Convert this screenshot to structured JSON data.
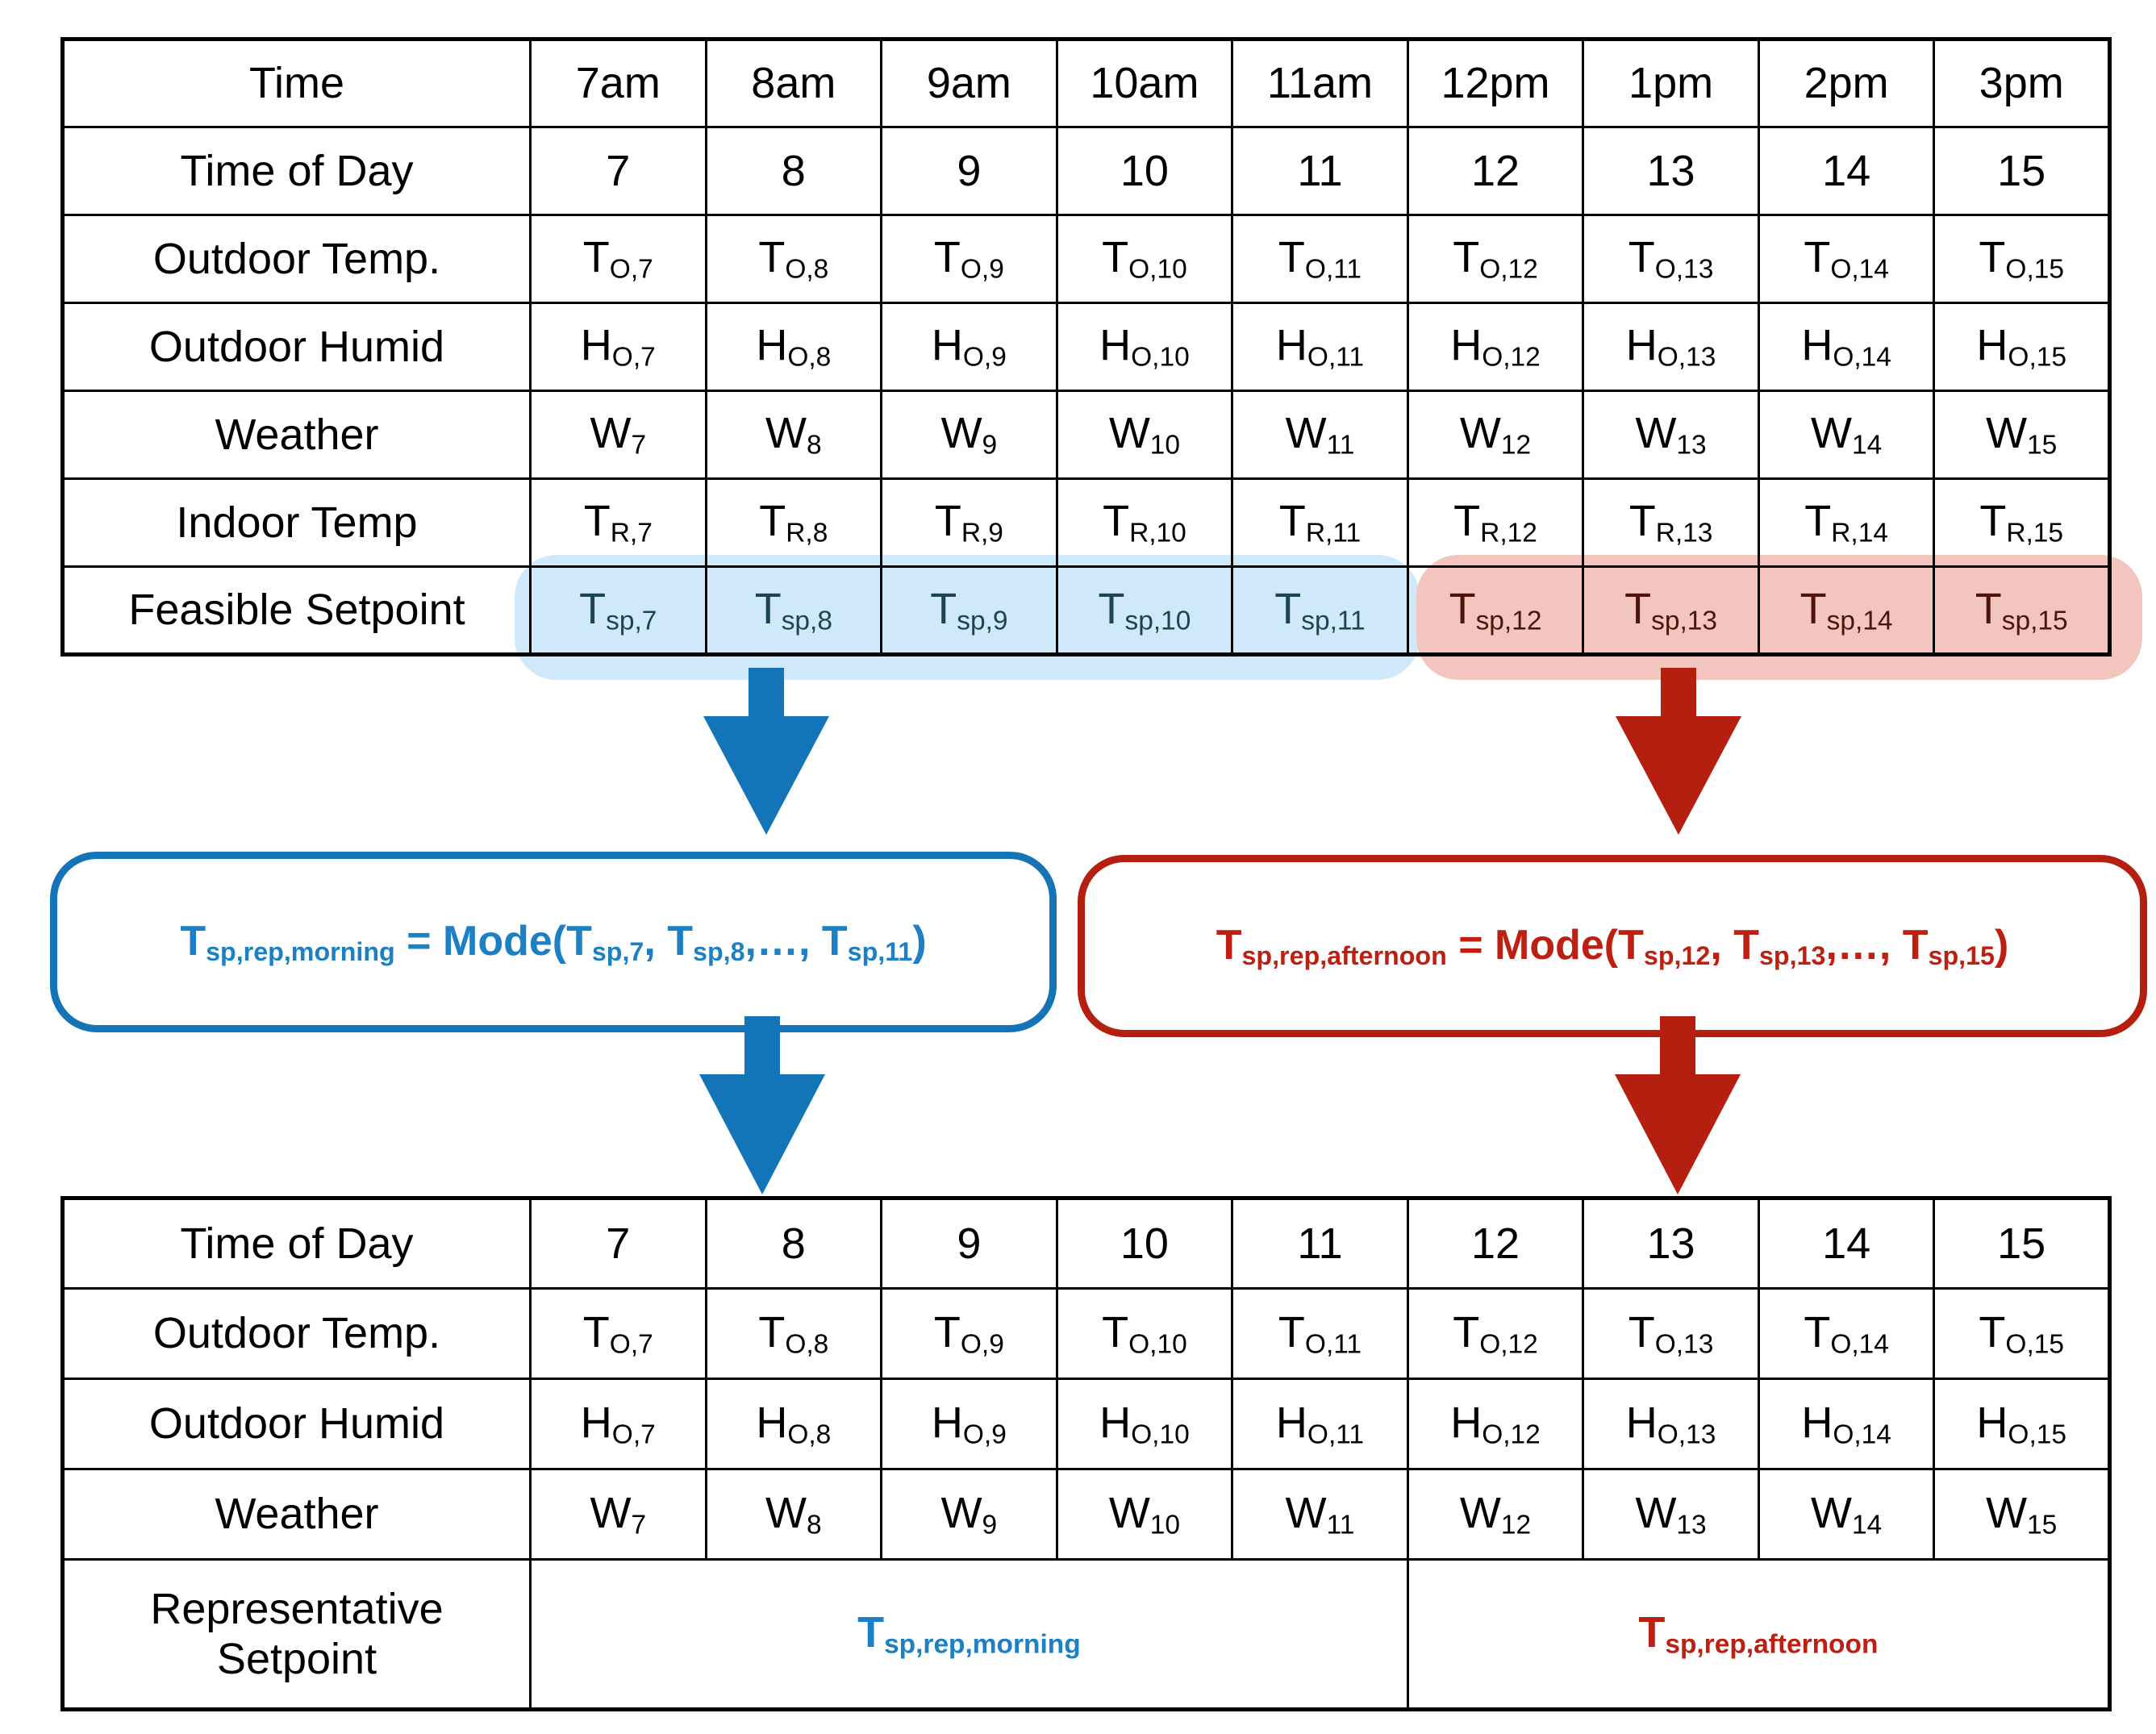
{
  "colors": {
    "blue_accent": "#1474b8",
    "blue_formula": "#1b80c4",
    "blue_cell_text": "#1d4355",
    "blue_highlight": "#cfe9fa",
    "red_accent": "#b51f10",
    "red_formula": "#bd2011",
    "red_cell_text": "#4e130c",
    "red_highlight": "#f2c5be",
    "table_border": "#000000",
    "background": "#ffffff"
  },
  "tables": {
    "top_table": {
      "rows": [
        {
          "id": "time",
          "label": "Time",
          "cells": [
            {
              "b": "7am",
              "col": "7"
            },
            {
              "b": "8am",
              "col": "8"
            },
            {
              "b": "9am",
              "col": "9"
            },
            {
              "b": "10am",
              "col": "10"
            },
            {
              "b": "11am",
              "col": "11"
            },
            {
              "b": "12pm",
              "col": "12"
            },
            {
              "b": "1pm",
              "col": "13"
            },
            {
              "b": "2pm",
              "col": "14"
            },
            {
              "b": "3pm",
              "col": "15"
            }
          ]
        },
        {
          "id": "time-of-day",
          "label": "Time of Day",
          "cells": [
            {
              "b": "7",
              "col": "7"
            },
            {
              "b": "8",
              "col": "8"
            },
            {
              "b": "9",
              "col": "9"
            },
            {
              "b": "10",
              "col": "10"
            },
            {
              "b": "11",
              "col": "11"
            },
            {
              "b": "12",
              "col": "12"
            },
            {
              "b": "13",
              "col": "13"
            },
            {
              "b": "14",
              "col": "14"
            },
            {
              "b": "15",
              "col": "15"
            }
          ]
        },
        {
          "id": "outdoor-temp",
          "label": "Outdoor Temp.",
          "cells": [
            {
              "b": "T",
              "s": "O,7",
              "col": "7"
            },
            {
              "b": "T",
              "s": "O,8",
              "col": "8"
            },
            {
              "b": "T",
              "s": "O,9",
              "col": "9"
            },
            {
              "b": "T",
              "s": "O,10",
              "col": "10"
            },
            {
              "b": "T",
              "s": "O,11",
              "col": "11"
            },
            {
              "b": "T",
              "s": "O,12",
              "col": "12"
            },
            {
              "b": "T",
              "s": "O,13",
              "col": "13"
            },
            {
              "b": "T",
              "s": "O,14",
              "col": "14"
            },
            {
              "b": "T",
              "s": "O,15",
              "col": "15"
            }
          ]
        },
        {
          "id": "outdoor-humid",
          "label": "Outdoor Humid",
          "cells": [
            {
              "b": "H",
              "s": "O,7",
              "col": "7"
            },
            {
              "b": "H",
              "s": "O,8",
              "col": "8"
            },
            {
              "b": "H",
              "s": "O,9",
              "col": "9"
            },
            {
              "b": "H",
              "s": "O,10",
              "col": "10"
            },
            {
              "b": "H",
              "s": "O,11",
              "col": "11"
            },
            {
              "b": "H",
              "s": "O,12",
              "col": "12"
            },
            {
              "b": "H",
              "s": "O,13",
              "col": "13"
            },
            {
              "b": "H",
              "s": "O,14",
              "col": "14"
            },
            {
              "b": "H",
              "s": "O,15",
              "col": "15"
            }
          ]
        },
        {
          "id": "weather",
          "label": "Weather",
          "cells": [
            {
              "b": "W",
              "s": "7",
              "col": "7"
            },
            {
              "b": "W",
              "s": "8",
              "col": "8"
            },
            {
              "b": "W",
              "s": "9",
              "col": "9"
            },
            {
              "b": "W",
              "s": "10",
              "col": "10"
            },
            {
              "b": "W",
              "s": "11",
              "col": "11"
            },
            {
              "b": "W",
              "s": "12",
              "col": "12"
            },
            {
              "b": "W",
              "s": "13",
              "col": "13"
            },
            {
              "b": "W",
              "s": "14",
              "col": "14"
            },
            {
              "b": "W",
              "s": "15",
              "col": "15"
            }
          ]
        },
        {
          "id": "indoor-temp",
          "label": "Indoor Temp",
          "cells": [
            {
              "b": "T",
              "s": "R,7",
              "col": "7"
            },
            {
              "b": "T",
              "s": "R,8",
              "col": "8"
            },
            {
              "b": "T",
              "s": "R,9",
              "col": "9"
            },
            {
              "b": "T",
              "s": "R,10",
              "col": "10"
            },
            {
              "b": "T",
              "s": "R,11",
              "col": "11"
            },
            {
              "b": "T",
              "s": "R,12",
              "col": "12"
            },
            {
              "b": "T",
              "s": "R,13",
              "col": "13"
            },
            {
              "b": "T",
              "s": "R,14",
              "col": "14"
            },
            {
              "b": "T",
              "s": "R,15",
              "col": "15"
            }
          ]
        },
        {
          "id": "feasible-setpoint",
          "label": "Feasible Setpoint",
          "cells": [
            {
              "b": "T",
              "s": "sp,7",
              "col": "7",
              "period": "morning"
            },
            {
              "b": "T",
              "s": "sp,8",
              "col": "8",
              "period": "morning"
            },
            {
              "b": "T",
              "s": "sp,9",
              "col": "9",
              "period": "morning"
            },
            {
              "b": "T",
              "s": "sp,10",
              "col": "10",
              "period": "morning"
            },
            {
              "b": "T",
              "s": "sp,11",
              "col": "11",
              "period": "morning"
            },
            {
              "b": "T",
              "s": "sp,12",
              "col": "12",
              "period": "afternoon"
            },
            {
              "b": "T",
              "s": "sp,13",
              "col": "13",
              "period": "afternoon"
            },
            {
              "b": "T",
              "s": "sp,14",
              "col": "14",
              "period": "afternoon"
            },
            {
              "b": "T",
              "s": "sp,15",
              "col": "15",
              "period": "afternoon"
            }
          ]
        }
      ]
    },
    "bottom_table": {
      "rows": [
        {
          "id": "time-of-day",
          "label": "Time of Day",
          "cells": [
            {
              "b": "7",
              "col": "7"
            },
            {
              "b": "8",
              "col": "8"
            },
            {
              "b": "9",
              "col": "9"
            },
            {
              "b": "10",
              "col": "10"
            },
            {
              "b": "11",
              "col": "11"
            },
            {
              "b": "12",
              "col": "12"
            },
            {
              "b": "13",
              "col": "13"
            },
            {
              "b": "14",
              "col": "14"
            },
            {
              "b": "15",
              "col": "15"
            }
          ]
        },
        {
          "id": "outdoor-temp",
          "label": "Outdoor Temp.",
          "cells": [
            {
              "b": "T",
              "s": "O,7",
              "col": "7"
            },
            {
              "b": "T",
              "s": "O,8",
              "col": "8"
            },
            {
              "b": "T",
              "s": "O,9",
              "col": "9"
            },
            {
              "b": "T",
              "s": "O,10",
              "col": "10"
            },
            {
              "b": "T",
              "s": "O,11",
              "col": "11"
            },
            {
              "b": "T",
              "s": "O,12",
              "col": "12"
            },
            {
              "b": "T",
              "s": "O,13",
              "col": "13"
            },
            {
              "b": "T",
              "s": "O,14",
              "col": "14"
            },
            {
              "b": "T",
              "s": "O,15",
              "col": "15"
            }
          ]
        },
        {
          "id": "outdoor-humid",
          "label": "Outdoor Humid",
          "cells": [
            {
              "b": "H",
              "s": "O,7",
              "col": "7"
            },
            {
              "b": "H",
              "s": "O,8",
              "col": "8"
            },
            {
              "b": "H",
              "s": "O,9",
              "col": "9"
            },
            {
              "b": "H",
              "s": "O,10",
              "col": "10"
            },
            {
              "b": "H",
              "s": "O,11",
              "col": "11"
            },
            {
              "b": "H",
              "s": "O,12",
              "col": "12"
            },
            {
              "b": "H",
              "s": "O,13",
              "col": "13"
            },
            {
              "b": "H",
              "s": "O,14",
              "col": "14"
            },
            {
              "b": "H",
              "s": "O,15",
              "col": "15"
            }
          ]
        },
        {
          "id": "weather",
          "label": "Weather",
          "cells": [
            {
              "b": "W",
              "s": "7",
              "col": "7"
            },
            {
              "b": "W",
              "s": "8",
              "col": "8"
            },
            {
              "b": "W",
              "s": "9",
              "col": "9"
            },
            {
              "b": "W",
              "s": "10",
              "col": "10"
            },
            {
              "b": "W",
              "s": "11",
              "col": "11"
            },
            {
              "b": "W",
              "s": "12",
              "col": "12"
            },
            {
              "b": "W",
              "s": "13",
              "col": "13"
            },
            {
              "b": "W",
              "s": "14",
              "col": "14"
            },
            {
              "b": "W",
              "s": "15",
              "col": "15"
            }
          ]
        },
        {
          "id": "representative-setpoint",
          "label": "Representative Setpoint",
          "style": "rep",
          "cells": [
            {
              "b": "T",
              "s": "sp,rep,morning",
              "span": 5,
              "col": "morning",
              "period": "morning"
            },
            {
              "b": "T",
              "s": "sp,rep,afternoon",
              "span": 4,
              "col": "afternoon",
              "period": "afternoon"
            }
          ]
        }
      ]
    }
  },
  "formulas": {
    "morning": {
      "segments": [
        {
          "b": "T",
          "s": "sp,rep,morning"
        },
        {
          "b": " = Mode("
        },
        {
          "b": "T",
          "s": "sp,7"
        },
        {
          "b": ", "
        },
        {
          "b": "T",
          "s": "sp,8"
        },
        {
          "b": ",…, "
        },
        {
          "b": "T",
          "s": "sp,11"
        },
        {
          "b": ")"
        }
      ]
    },
    "afternoon": {
      "segments": [
        {
          "b": "T",
          "s": "sp,rep,afternoon"
        },
        {
          "b": " = Mode("
        },
        {
          "b": "T",
          "s": "sp,12"
        },
        {
          "b": ", "
        },
        {
          "b": "T",
          "s": "sp,13"
        },
        {
          "b": ",…, "
        },
        {
          "b": "T",
          "s": "sp,15"
        },
        {
          "b": ")"
        }
      ]
    }
  }
}
